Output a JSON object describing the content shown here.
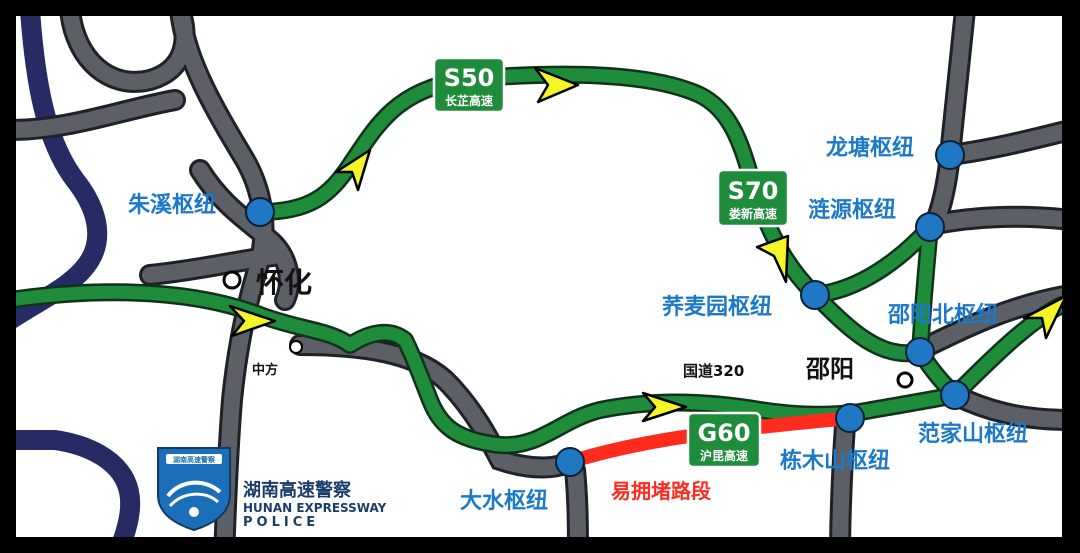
{
  "colors": {
    "background": "#ffffff",
    "frame": "#000000",
    "gray_road": "#5c5f66",
    "navy_road": "#262b63",
    "green_route": "#1e8c3a",
    "congestion_red": "#ff2b1e",
    "interchange_blue": "#2077c3",
    "label_blue": "#1b79c8",
    "arrow_yellow": "#f3f526",
    "police_blue": "#1a6fb8"
  },
  "shields": {
    "s50": {
      "code": "S50",
      "name": "长芷高速"
    },
    "s70": {
      "code": "S70",
      "name": "娄新高速"
    },
    "g60": {
      "code": "G60",
      "name": "沪昆高速"
    }
  },
  "interchanges": {
    "zhuxi": "朱溪枢纽",
    "longtang": "龙塘枢纽",
    "lianyuan": "涟源枢纽",
    "qiaomaiyuan": "荞麦园枢纽",
    "shaoyangbei": "邵阳北枢纽",
    "fanjiashan": "范家山枢纽",
    "zhumushan": "栋木山枢纽",
    "dashui": "大水枢纽"
  },
  "cities": {
    "huaihua": "怀化",
    "shaoyang": "邵阳",
    "zhongfang": "中方"
  },
  "road_labels": {
    "national_road": "国道320",
    "congestion": "易拥堵路段"
  },
  "logo": {
    "cn": "湖南高速警察",
    "en1": "HUNAN EXPRESSWAY",
    "en2": "POLICE",
    "badge_text": "湖南高速警察"
  },
  "arrows": [
    "arrow-yellow",
    "arrow-yellow",
    "arrow-yellow",
    "arrow-yellow",
    "arrow-yellow",
    "arrow-yellow"
  ]
}
